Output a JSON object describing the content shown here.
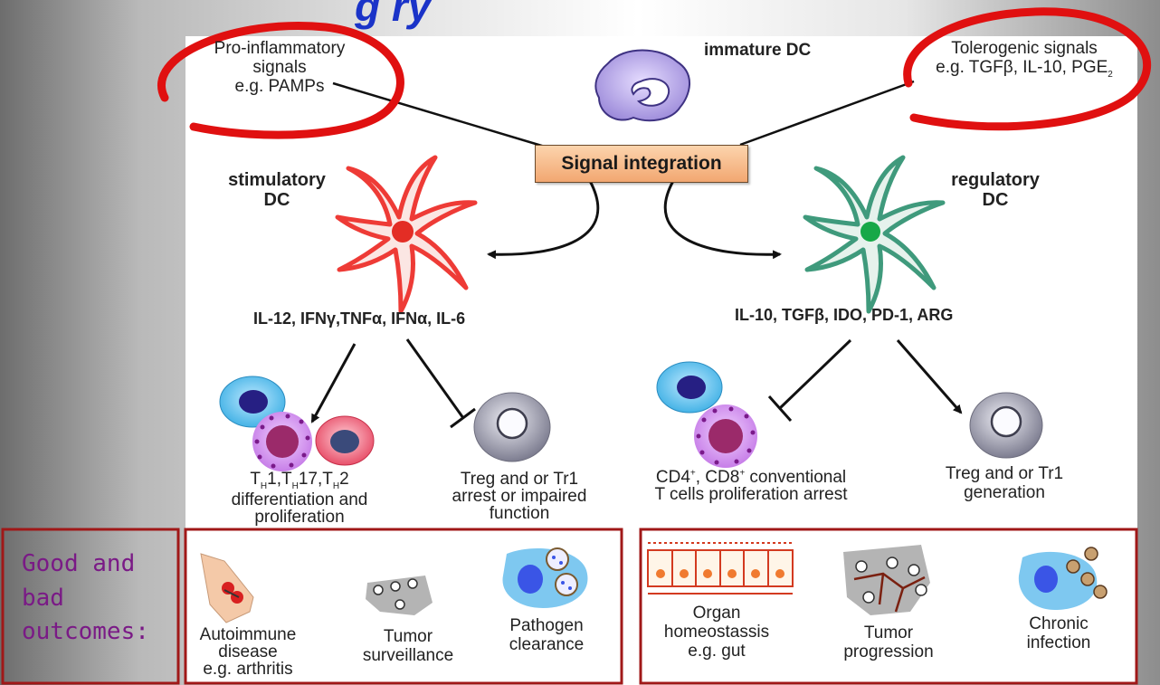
{
  "header": {
    "partial_title": "g ry"
  },
  "top": {
    "pro_inflammatory": [
      "Pro-inflammatory",
      "signals",
      "e.g. PAMPs"
    ],
    "immature_dc": "immature DC",
    "tolerogenic": [
      "Tolerogenic signals",
      "e.g. TGFβ, IL-10, PGE",
      "2"
    ],
    "signal_integration": "Signal integration"
  },
  "stimulatory": {
    "label": [
      "stimulatory",
      "DC"
    ],
    "cytokines": "IL-12, IFNγ,TNFα, IFNα, IL-6",
    "th": {
      "t1": "T",
      "s1": "H",
      "a": "1,T",
      "s2": "H",
      "b": "17,T",
      "s3": "H",
      "c": "2"
    },
    "th_lines": [
      "differentiation and",
      "proliferation"
    ],
    "treg_lines": [
      "Treg and or Tr1",
      "arrest or impaired",
      "function"
    ]
  },
  "regulatory": {
    "label": [
      "regulatory",
      "DC"
    ],
    "cytokines": "IL-10, TGFβ, IDO, PD-1, ARG",
    "cd": {
      "a": "CD4",
      "sa": "+",
      "b": ", CD8",
      "sb": "+",
      "c": " conventional"
    },
    "cd_line2": "T cells proliferation arrest",
    "treg_lines": [
      "Treg and or Tr1",
      "generation"
    ]
  },
  "outcomes": {
    "note": [
      "Good and",
      "bad",
      "outcomes:"
    ],
    "left": [
      {
        "lines": [
          "Autoimmune",
          "disease",
          "e.g. arthritis"
        ]
      },
      {
        "lines": [
          "Tumor",
          "surveillance"
        ]
      },
      {
        "lines": [
          "Pathogen",
          "clearance"
        ]
      }
    ],
    "right": [
      {
        "lines": [
          "Organ",
          "homeostassis",
          "e.g. gut"
        ]
      },
      {
        "lines": [
          "Tumor",
          "progression"
        ]
      },
      {
        "lines": [
          "Chronic",
          "infection"
        ]
      }
    ]
  },
  "colors": {
    "title": "#1a33c8",
    "annotation_red": "#e01010",
    "box_border": "#a01818",
    "stimulatory_dc": "#ee3b36",
    "regulatory_dc": "#3f9a7c",
    "note_text": "#7a1a86"
  }
}
